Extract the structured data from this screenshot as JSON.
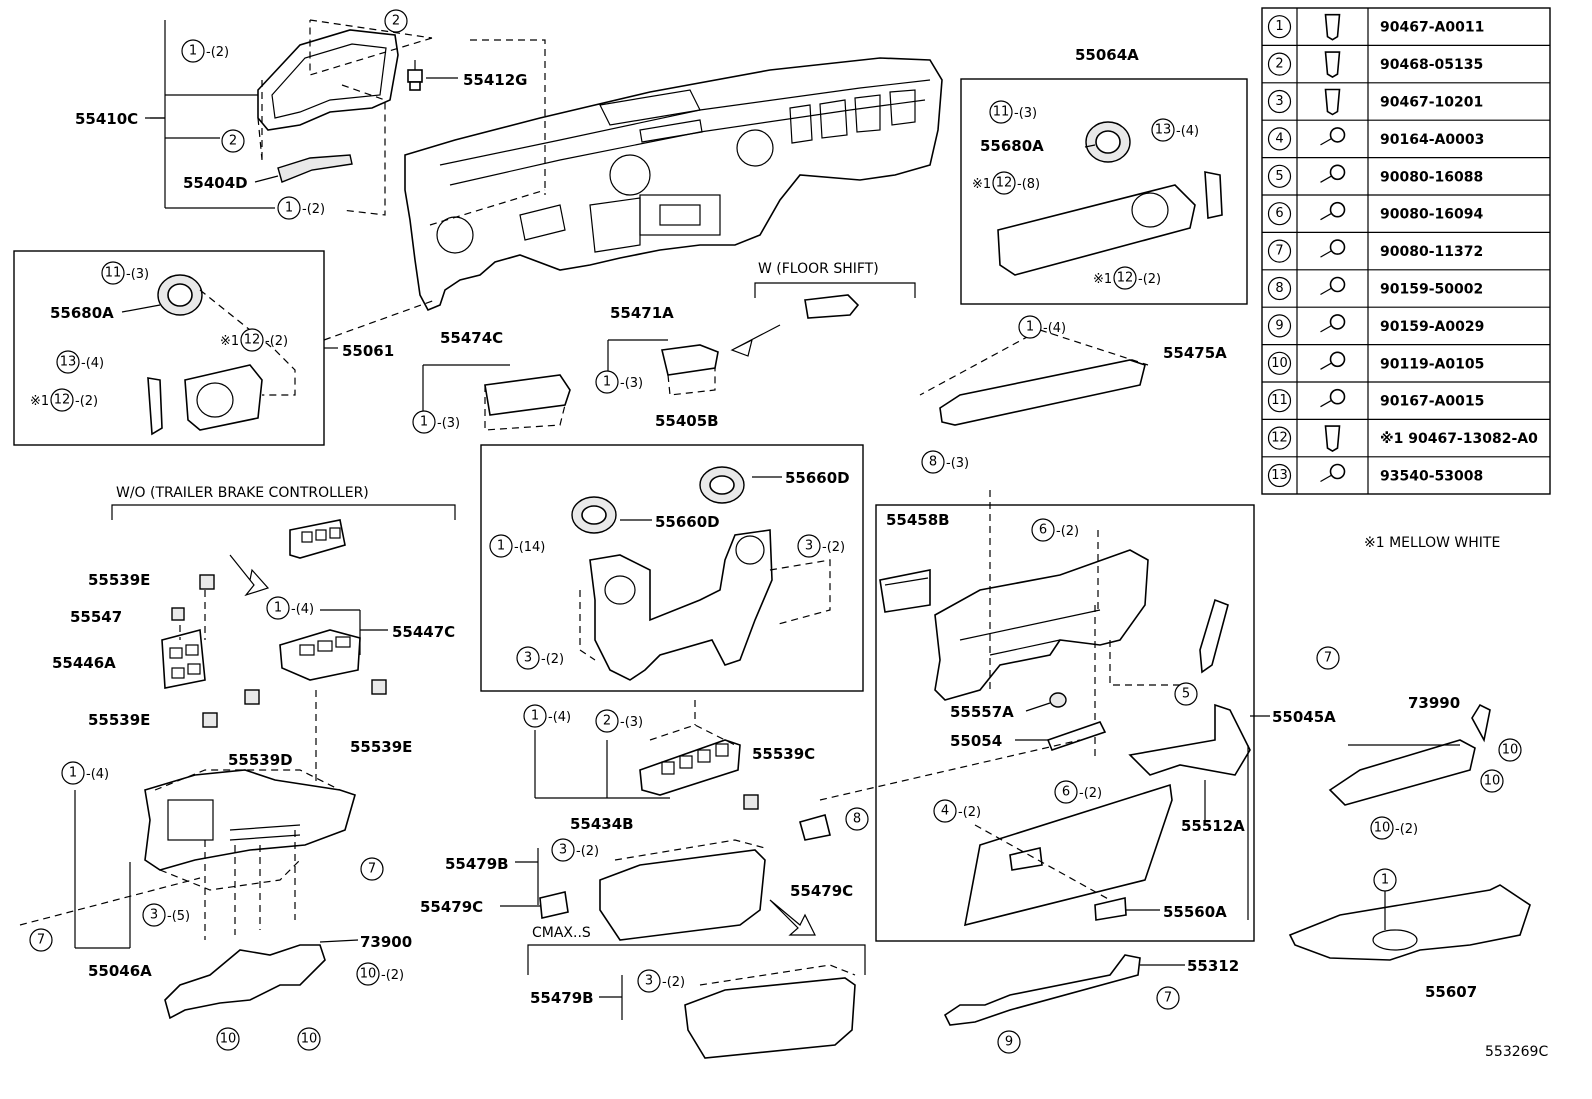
{
  "diagram_id": "553269C",
  "note": "※1  MELLOW WHITE",
  "floor_shift_label": "W (FLOOR  SHIFT)",
  "trailer_label": "W/O (TRAILER  BRAKE  CONTROLLER)",
  "cmax_label": "CMAX..S",
  "fastener_table": [
    {
      "num": "1",
      "part": "90467-A0011"
    },
    {
      "num": "2",
      "part": "90468-05135"
    },
    {
      "num": "3",
      "part": "90467-10201"
    },
    {
      "num": "4",
      "part": "90164-A0003"
    },
    {
      "num": "5",
      "part": "90080-16088"
    },
    {
      "num": "6",
      "part": "90080-16094"
    },
    {
      "num": "7",
      "part": "90080-11372"
    },
    {
      "num": "8",
      "part": "90159-50002"
    },
    {
      "num": "9",
      "part": "90159-A0029"
    },
    {
      "num": "10",
      "part": "90119-A0105"
    },
    {
      "num": "11",
      "part": "90167-A0015"
    },
    {
      "num": "12",
      "part": "※1 90467-13082-A0"
    },
    {
      "num": "13",
      "part": "93540-53008"
    }
  ],
  "part_labels": [
    {
      "id": "p55410C",
      "text": "55410C"
    },
    {
      "id": "p55404D",
      "text": "55404D"
    },
    {
      "id": "p55412G",
      "text": "55412G"
    },
    {
      "id": "p55064A",
      "text": "55064A"
    },
    {
      "id": "p55680A_r",
      "text": "55680A"
    },
    {
      "id": "p55680A_l",
      "text": "55680A"
    },
    {
      "id": "p55061",
      "text": "55061"
    },
    {
      "id": "p55474C",
      "text": "55474C"
    },
    {
      "id": "p55471A",
      "text": "55471A"
    },
    {
      "id": "p55475A",
      "text": "55475A"
    },
    {
      "id": "p55405B",
      "text": "55405B"
    },
    {
      "id": "p55660D_1",
      "text": "55660D"
    },
    {
      "id": "p55660D_2",
      "text": "55660D"
    },
    {
      "id": "p55458B",
      "text": "55458B"
    },
    {
      "id": "p55539E_1",
      "text": "55539E"
    },
    {
      "id": "p55547",
      "text": "55547"
    },
    {
      "id": "p55446A",
      "text": "55446A"
    },
    {
      "id": "p55447C",
      "text": "55447C"
    },
    {
      "id": "p55539E_2",
      "text": "55539E"
    },
    {
      "id": "p55539D",
      "text": "55539D"
    },
    {
      "id": "p55539E_3",
      "text": "55539E"
    },
    {
      "id": "p55557A",
      "text": "55557A"
    },
    {
      "id": "p55054",
      "text": "55054"
    },
    {
      "id": "p55045A",
      "text": "55045A"
    },
    {
      "id": "p73990",
      "text": "73990"
    },
    {
      "id": "p55539C",
      "text": "55539C"
    },
    {
      "id": "p55434B",
      "text": "55434B"
    },
    {
      "id": "p55512A",
      "text": "55512A"
    },
    {
      "id": "p55479B_1",
      "text": "55479B"
    },
    {
      "id": "p55479C_1",
      "text": "55479C"
    },
    {
      "id": "p55479C_2",
      "text": "55479C"
    },
    {
      "id": "p55560A",
      "text": "55560A"
    },
    {
      "id": "p55046A",
      "text": "55046A"
    },
    {
      "id": "p73900",
      "text": "73900"
    },
    {
      "id": "p55479B_2",
      "text": "55479B"
    },
    {
      "id": "p55312",
      "text": "55312"
    },
    {
      "id": "p55607",
      "text": "55607"
    }
  ],
  "qty_labels": [
    "-(2)",
    "-(3)",
    "-(4)",
    "-(5)",
    "-(8)",
    "-(14)"
  ]
}
